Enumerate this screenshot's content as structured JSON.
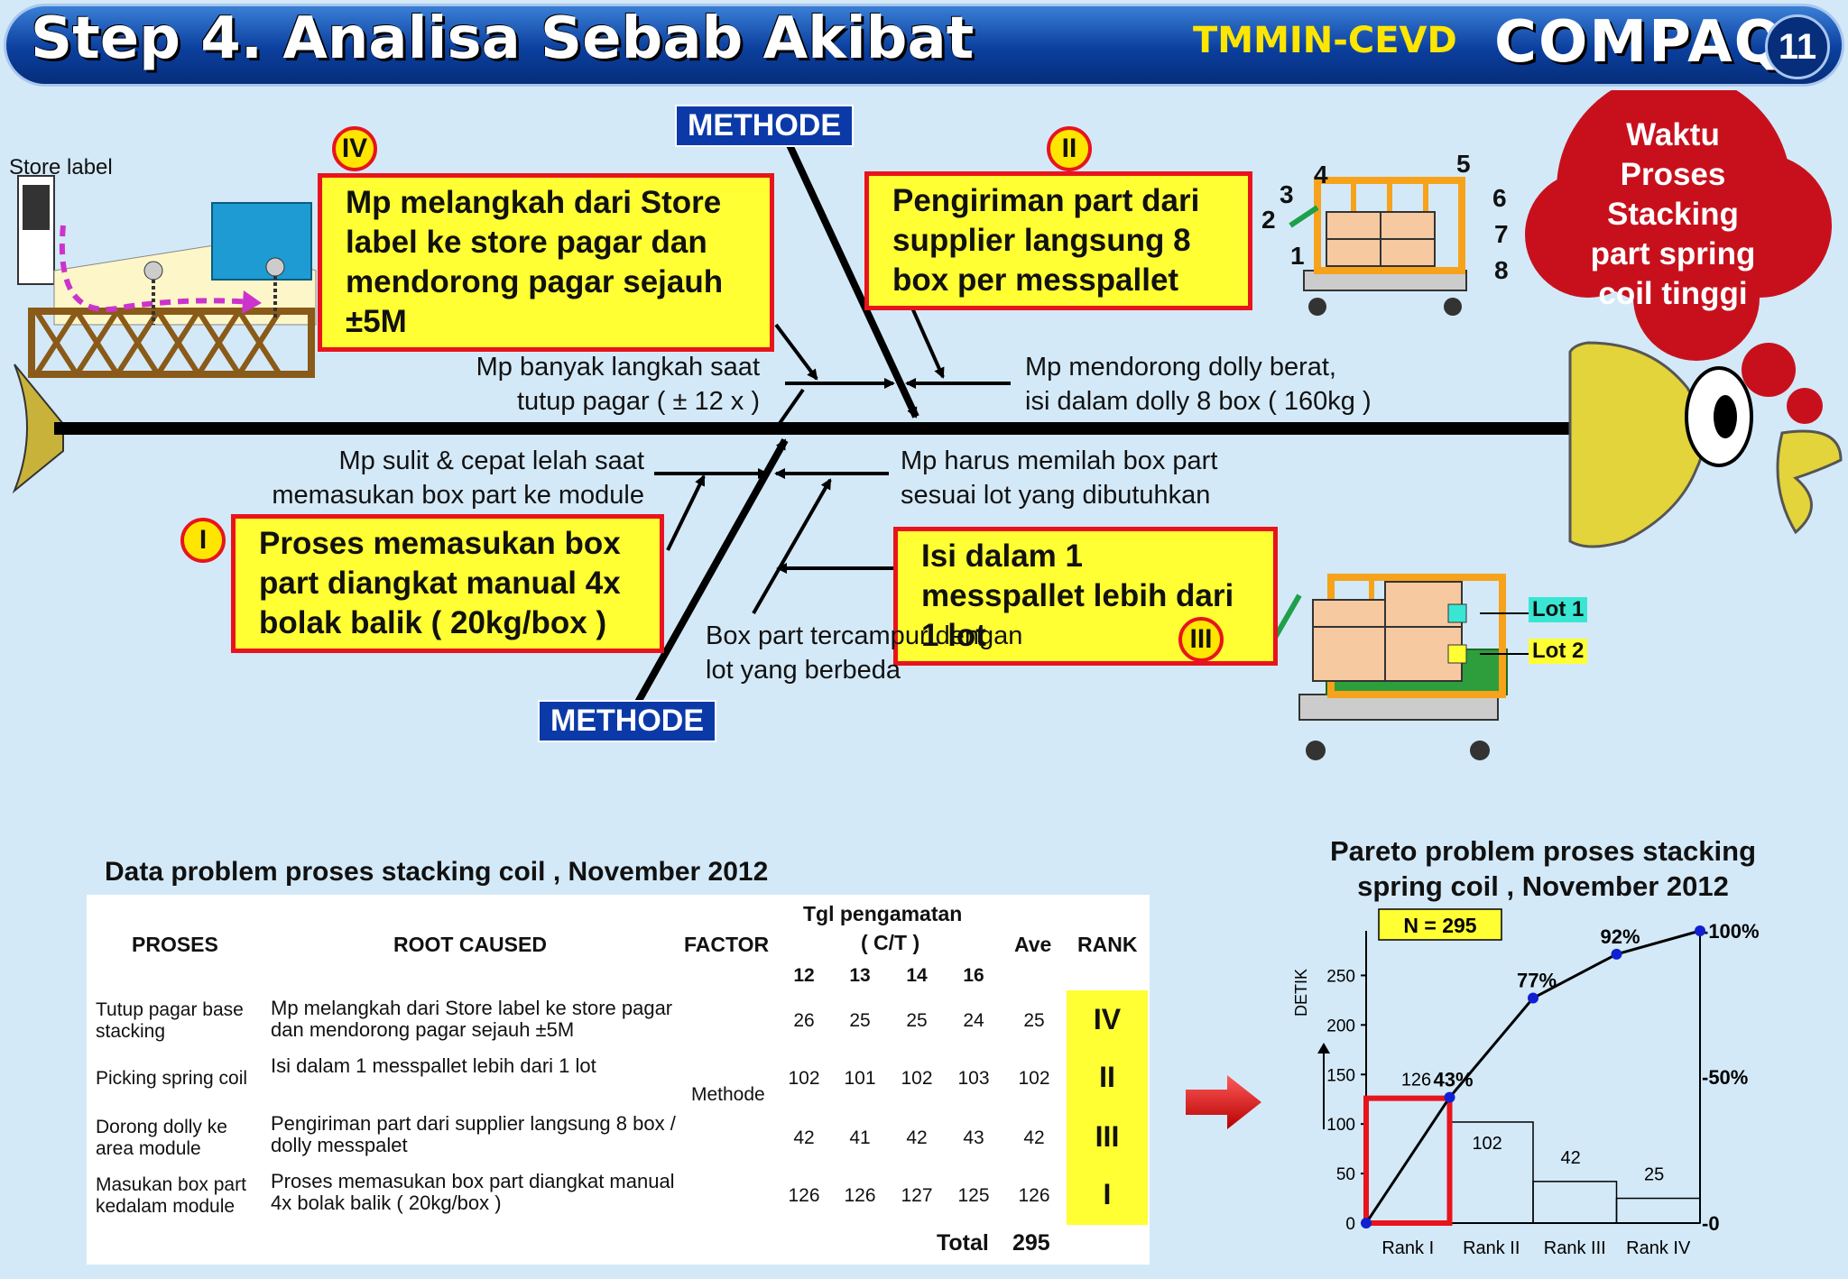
{
  "header": {
    "title": "Step 4. Analisa Sebab Akibat",
    "company_code": "TMMIN-CEVD",
    "brand": "COMPAQ",
    "page_number": "11"
  },
  "fishbone": {
    "effect": "Waktu Proses Stacking part spring coil tinggi",
    "category_top": "METHODE",
    "category_bottom": "METHODE",
    "store_label": "Store label",
    "root_causes": [
      {
        "rank": "IV",
        "text": "Mp melangkah dari Store label ke store pagar dan mendorong pagar sejauh ±5M"
      },
      {
        "rank": "II",
        "text": "Pengiriman part dari supplier langsung 8 box per messpallet"
      },
      {
        "rank": "I",
        "text": "Proses memasukan box part diangkat manual 4x bolak balik ( 20kg/box )"
      },
      {
        "rank": "III",
        "text": "Isi dalam 1 messpallet lebih dari 1 lot"
      }
    ],
    "causes": {
      "top_left_line1": "Mp banyak langkah saat",
      "top_left_line2": "tutup pagar ( ± 12 x )",
      "top_right_line1": "Mp mendorong dolly berat,",
      "top_right_line2": "isi dalam dolly 8 box ( 160kg )",
      "bottom_left_line1": "Mp sulit & cepat lelah saat",
      "bottom_left_line2": "memasukan box part ke module",
      "bottom_right_line1": "Mp harus memilah box part",
      "bottom_right_line2": "sesuai lot yang dibutuhkan",
      "bottom_mid_line1": "Box part tercampur dengan",
      "bottom_mid_line2": "lot yang berbeda"
    },
    "dolly_box_numbers": [
      "1",
      "2",
      "3",
      "4",
      "5",
      "6",
      "7",
      "8"
    ],
    "lot_labels": [
      "Lot 1",
      "Lot 2"
    ],
    "colors": {
      "box_fill": "#ffff33",
      "box_border": "#e8141d",
      "category_fill": "#0b3aa8",
      "cloud": "#c8101d",
      "fish": "#e2d43a",
      "lot1": "#39e6d4",
      "lot2": "#ffff33"
    }
  },
  "table": {
    "title": "Data problem proses stacking coil , November 2012",
    "headers": {
      "proses": "PROSES",
      "root": "ROOT CAUSED",
      "factor": "FACTOR",
      "tgl_line1": "Tgl pengamatan",
      "tgl_line2": "( C/T )",
      "ave": "Ave",
      "rank": "RANK",
      "dates": [
        "12",
        "13",
        "14",
        "16"
      ]
    },
    "factor_value": "Methode",
    "rows": [
      {
        "proses": "Tutup pagar base stacking",
        "root": "Mp melangkah dari Store label ke store pagar dan mendorong pagar sejauh ±5M",
        "values": [
          "26",
          "25",
          "25",
          "24"
        ],
        "ave": "25",
        "rank": "IV"
      },
      {
        "proses": "Picking spring coil",
        "root": "Isi dalam 1 messpallet lebih dari 1 lot",
        "values": [
          "102",
          "101",
          "102",
          "103"
        ],
        "ave": "102",
        "rank": "II"
      },
      {
        "proses": "Dorong dolly ke area module",
        "root": "Pengiriman part dari supplier langsung 8 box / dolly messpalet",
        "values": [
          "42",
          "41",
          "42",
          "43"
        ],
        "ave": "42",
        "rank": "III"
      },
      {
        "proses": "Masukan box part kedalam module",
        "root": "Proses memasukan box part diangkat manual 4x bolak balik ( 20kg/box )",
        "values": [
          "126",
          "126",
          "127",
          "125"
        ],
        "ave": "126",
        "rank": "I"
      }
    ],
    "total_label": "Total",
    "total_value": "295"
  },
  "chart_data": {
    "type": "bar",
    "title": "Pareto problem proses stacking spring coil , November 2012",
    "n_label": "N = 295",
    "categories": [
      "Rank I",
      "Rank II",
      "Rank III",
      "Rank IV"
    ],
    "values": [
      126,
      102,
      42,
      25
    ],
    "cumulative_percent": [
      43,
      77,
      92,
      100
    ],
    "cumulative_labels": [
      "43%",
      "77%",
      "92%",
      "100%"
    ],
    "ylabel": "DETIK",
    "ylim": [
      0,
      295
    ],
    "yticks": [
      0,
      50,
      100,
      150,
      200,
      250
    ],
    "y2ticks": [
      "-0",
      "-50%",
      "-100%"
    ],
    "highlight": "Rank I",
    "colors": {
      "line": "#000000",
      "points": "#1020d0",
      "highlight": "#e8141d"
    }
  }
}
